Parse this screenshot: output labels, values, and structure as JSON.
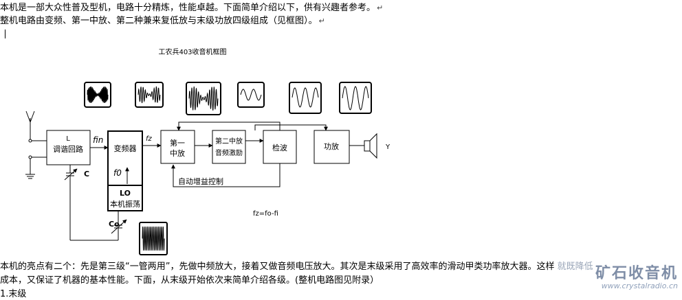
{
  "text": {
    "line1": "    本机是一部大众性普及型机，电路十分精炼，性能卓越。下面简单介绍以下，供有兴趣者参考。",
    "line2": "整机电路由变频、第一中放、第二种兼来复低放与末级功放四级组成（见框图）。",
    "line3": "本机的亮点有二个：先是第三级“一管两用”，先做中频放大，接着又做音频电压放大。其次是末级采用了高效率的滑动甲类功率放大器。这样",
    "line3b": "就既降低",
    "line4": "成本，又保证了机器的基本性能。下面，从末级开始依次来简单介绍各级。(整机电路图见附录）",
    "line5": "1.末级",
    "para_mark": "↵"
  },
  "diagram": {
    "title": "工农兵403收音机框图",
    "tuning": [
      "L",
      "调谐回路"
    ],
    "mixer": "变频器",
    "osc": [
      "LO",
      "本机振荡"
    ],
    "if1": [
      "第一",
      "中放"
    ],
    "if2": [
      "第二中放",
      "音频激励"
    ],
    "det": "检波",
    "amp": "功放",
    "agc": "自动增益控制",
    "formula": "fz=fo-fi",
    "lbl_c": "C",
    "lbl_co": "Co",
    "lbl_fin": "fin",
    "lbl_fz": "fz",
    "lbl_f0": "f0",
    "lbl_y": "Y"
  },
  "watermark": {
    "brand": "矿石收音机",
    "url": "www.crystalradio.cn"
  }
}
